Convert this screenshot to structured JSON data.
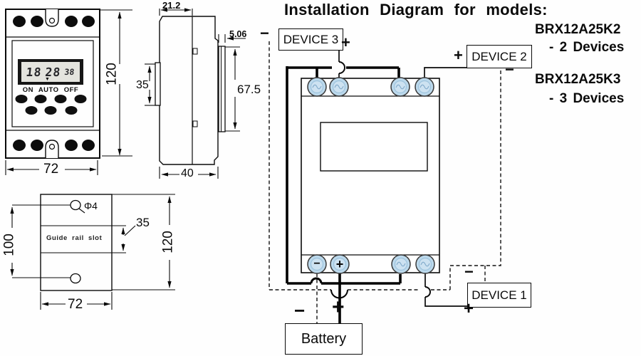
{
  "title": "Installation  Diagram  for  models:",
  "models": [
    {
      "name": "BRX12A25K2",
      "desc": "-  2  Devices"
    },
    {
      "name": "BRX12A25K3",
      "desc": "-  3  Devices"
    }
  ],
  "wiring": {
    "device1": "DEVICE 1",
    "device2": "DEVICE 2",
    "device3": "DEVICE 3",
    "battery": "Battery",
    "plus": "+",
    "minus": "−",
    "terminals": {
      "negative": "−",
      "positive": "+"
    }
  },
  "front_view": {
    "display": {
      "hh": "18",
      "mm": "28",
      "ss": "38",
      "cursor_icon": "▼"
    },
    "mode_labels": "ON AUTO OFF",
    "dim_width": "72",
    "dim_height": "120"
  },
  "side_view": {
    "dim_top_width": "21.2",
    "dim_rail_offset": "5.06",
    "dim_clip": "35",
    "dim_rail_height": "67.5",
    "dim_depth": "40"
  },
  "plate_view": {
    "hole_diameter": "Φ4",
    "slot_label": "Guide rail slot",
    "dim_slot": "35",
    "dim_hole_spacing": "100",
    "dim_height": "120",
    "dim_width": "72"
  }
}
